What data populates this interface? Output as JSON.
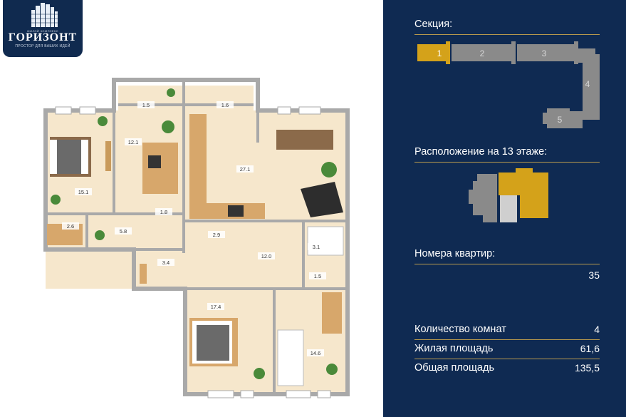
{
  "logo": {
    "tagline_top": "ЖИЛОЙ КОМПЛЕКС",
    "name": "ГОРИЗОНТ",
    "tagline_bottom": "ПРОСТОР ДЛЯ ВАШИХ ИДЕЙ"
  },
  "plan": {
    "rooms": [
      "15.1",
      "12.1",
      "27.1",
      "1.5",
      "1.6",
      "1.8",
      "2.6",
      "5.8",
      "2.9",
      "12.0",
      "3.1",
      "3.4",
      "1.5",
      "17.4",
      "14.6"
    ]
  },
  "panel": {
    "section_label": "Секция:",
    "sections": [
      "1",
      "2",
      "3",
      "4",
      "5"
    ],
    "floor_label": "Расположение на 13 этаже:",
    "apartments_label": "Номера квартир:",
    "apartments_value": "35",
    "stats": [
      {
        "label": "Количество комнат",
        "value": "4"
      },
      {
        "label": "Жилая площадь",
        "value": "61,6"
      },
      {
        "label": "Общая площадь",
        "value": "135,5"
      }
    ]
  },
  "colors": {
    "panel_bg": "#0f2a52",
    "accent_gold": "#d4a21a",
    "section_grey": "#8a8a8a",
    "floor_fill": "#f6e7cc",
    "wall": "#a9a9a9"
  }
}
